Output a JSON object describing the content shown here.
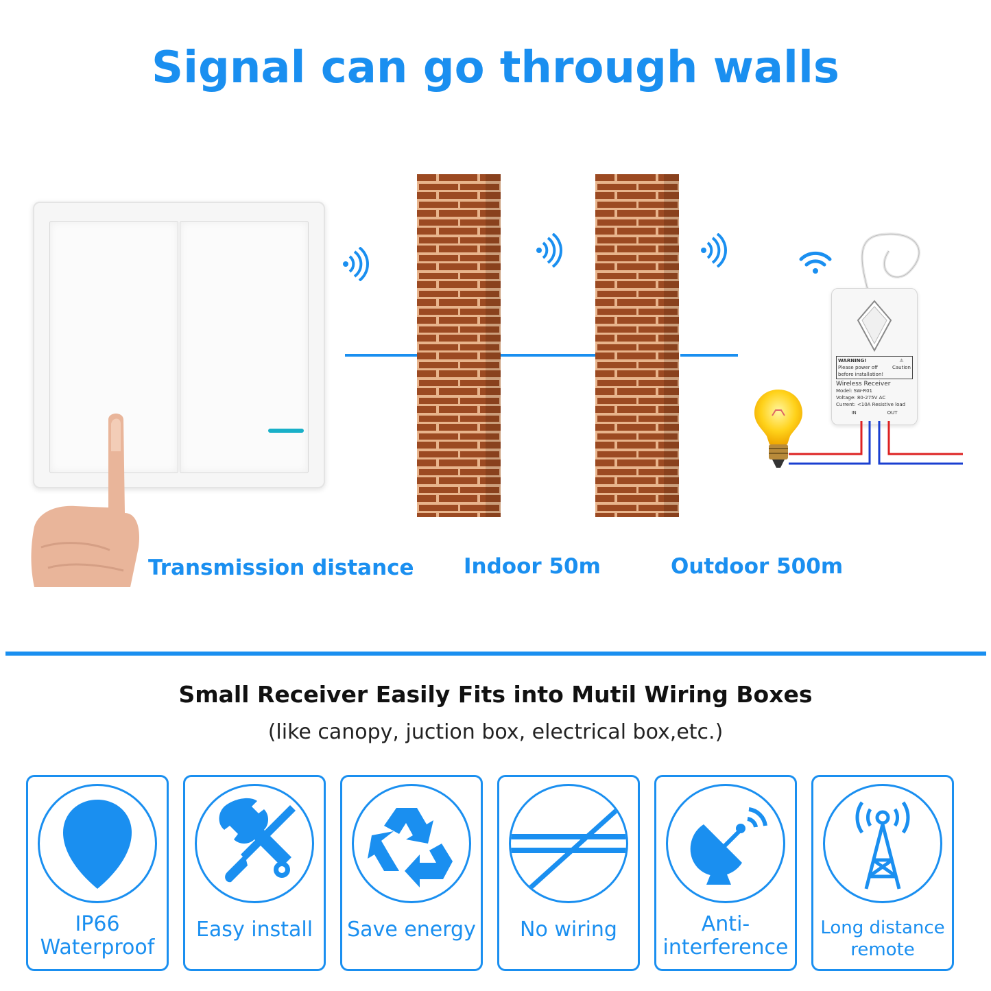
{
  "title": "Signal can go through walls",
  "distance": {
    "label": "Transmission distance",
    "indoor": "Indoor 50m",
    "outdoor": "Outdoor 500m"
  },
  "receiver_label": {
    "warning": "WARNING!",
    "warning_note_1": "Please power off",
    "warning_note_2": "before installation!",
    "caution": "Caution",
    "name": "Wireless Receiver",
    "model": "Model: SW-R01",
    "voltage": "Voltage: 80-275V AC",
    "current": "Current: <10A Resistive load",
    "in": "IN",
    "out": "OUT"
  },
  "subheading": "Small Receiver Easily Fits into Mutil Wiring Boxes",
  "subnote": "(like canopy, juction box, electrical box,etc.)",
  "features": [
    {
      "icon": "water-drop-icon",
      "line1": "IP66",
      "line2": "Waterproof"
    },
    {
      "icon": "tools-icon",
      "line1": "Easy install",
      "line2": ""
    },
    {
      "icon": "recycle-icon",
      "line1": "Save energy",
      "line2": ""
    },
    {
      "icon": "no-wiring-icon",
      "line1": "No wiring",
      "line2": ""
    },
    {
      "icon": "satellite-dish-icon",
      "line1": "Anti-",
      "line2": "interference"
    },
    {
      "icon": "signal-tower-icon",
      "line1": "Long distance",
      "line2": "remote"
    }
  ],
  "colors": {
    "accent": "#1a8ff0",
    "brick": "#9c4a22",
    "mortar": "#e8b48c"
  }
}
